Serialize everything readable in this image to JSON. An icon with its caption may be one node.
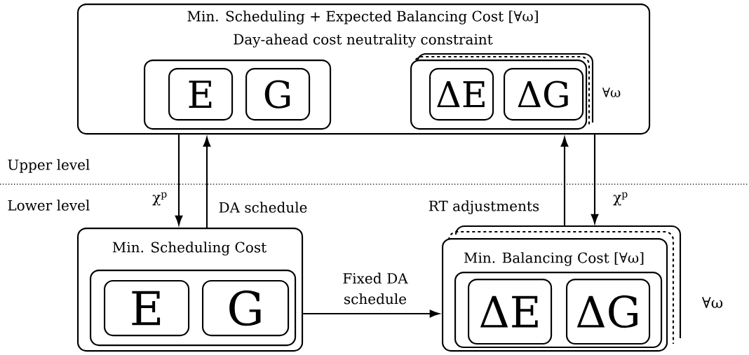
{
  "diagram": {
    "nodes": [
      {
        "text": [
          "Min. Scheduling + Expected Balancing Cost [∀ω]",
          "Day-ahead cost neutrality constraint"
        ]
      },
      {
        "text": [],
        "shape": "box",
        "in": 0
      },
      {
        "text": [
          "E"
        ],
        "in": 1
      },
      {
        "text": [
          "G"
        ],
        "in": 1
      },
      {
        "text": [],
        "shape": "box",
        "in": 0,
        "beside": [
          "∀ω"
        ]
      },
      {
        "text": [
          "ΔE"
        ],
        "in": 4
      },
      {
        "text": [
          "ΔG"
        ],
        "in": 4
      },
      {
        "text": [
          "Min. Scheduling Cost"
        ]
      },
      {
        "text": [],
        "shape": "box",
        "in": 7
      },
      {
        "text": [
          "E"
        ],
        "in": 8
      },
      {
        "text": [
          "G"
        ],
        "in": 8
      },
      {
        "text": [
          "Min. Balancing Cost [∀ω]"
        ],
        "beside": [
          "∀ω"
        ]
      },
      {
        "text": [],
        "shape": "box",
        "in": 11
      },
      {
        "text": [
          "ΔE"
        ],
        "in": 12
      },
      {
        "text": [
          "ΔG"
        ],
        "in": 12
      }
    ],
    "edges": [
      {
        "from": 0,
        "to": 7,
        "arrow": "to",
        "label": "χ$^{p}$"
      },
      {
        "from": 7,
        "to": 0,
        "arrow": "to",
        "label": "DA schedule"
      },
      {
        "from": 11,
        "to": 0,
        "arrow": "to",
        "label": "RT adjustments"
      },
      {
        "from": 0,
        "to": 11,
        "arrow": "to",
        "label": "χ$^{p}$"
      },
      {
        "from": 7,
        "to": 11,
        "arrow": "to",
        "label": "Fixed DA schedule"
      }
    ],
    "labels": [
      "Upper level",
      "Lower level"
    ]
  }
}
